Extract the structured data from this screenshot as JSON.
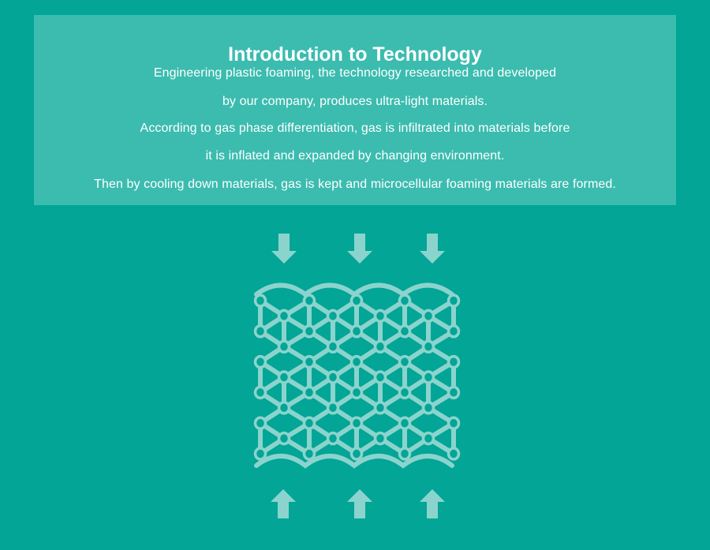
{
  "intro": {
    "title": "Introduction to Technology",
    "lines": [
      "Engineering plastic foaming, the technology researched and developed",
      "by our company, produces ultra-light materials.",
      "According to gas phase differentiation, gas is infiltrated into materials before",
      "it is inflated and expanded by changing environment.",
      "Then by cooling down materials, gas is kept and microcellular foaming materials are formed."
    ]
  },
  "diagram": {
    "icons": [
      "arrow-down-icon",
      "arrow-up-icon",
      "foam-lattice-icon"
    ]
  },
  "colors": {
    "background": "#02a596",
    "panel": "#3bbcaf",
    "text": "#ffffff",
    "illustration": "#8bd4cd"
  }
}
